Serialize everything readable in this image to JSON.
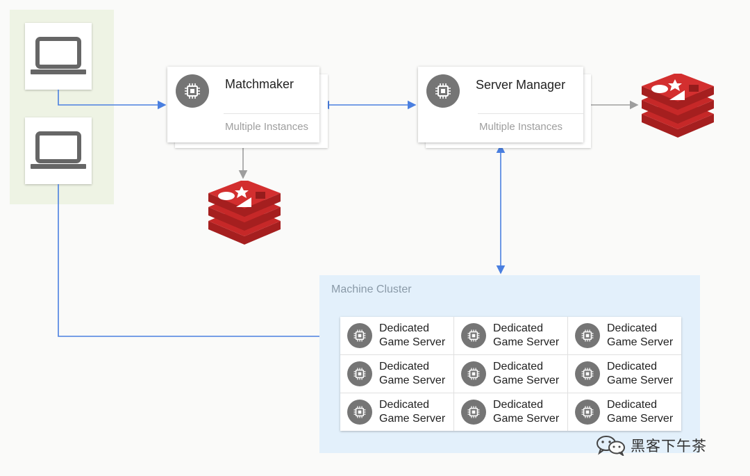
{
  "clients": {
    "items": [
      {
        "icon": "laptop-icon"
      },
      {
        "icon": "laptop-icon"
      }
    ]
  },
  "matchmaker": {
    "title": "Matchmaker",
    "subtitle": "Multiple Instances",
    "icon": "chip-icon"
  },
  "server_manager": {
    "title": "Server Manager",
    "subtitle": "Multiple Instances",
    "icon": "chip-icon"
  },
  "datastores": [
    {
      "icon": "redis-icon"
    },
    {
      "icon": "redis-icon"
    }
  ],
  "cluster": {
    "label": "Machine Cluster",
    "servers": [
      {
        "line1": "Dedicated",
        "line2": "Game Server"
      },
      {
        "line1": "Dedicated",
        "line2": "Game Server"
      },
      {
        "line1": "Dedicated",
        "line2": "Game Server"
      },
      {
        "line1": "Dedicated",
        "line2": "Game Server"
      },
      {
        "line1": "Dedicated",
        "line2": "Game Server"
      },
      {
        "line1": "Dedicated",
        "line2": "Game Server"
      },
      {
        "line1": "Dedicated",
        "line2": "Game Server"
      },
      {
        "line1": "Dedicated",
        "line2": "Game Server"
      },
      {
        "line1": "Dedicated",
        "line2": "Game Server"
      }
    ]
  },
  "watermark": {
    "text": "黑客下午茶",
    "icon": "wechat-icon"
  },
  "colors": {
    "arrow_blue": "#4a7fe0",
    "arrow_gray": "#9e9e9e",
    "redis_red": "#c62828",
    "chip_gray": "#757575"
  }
}
